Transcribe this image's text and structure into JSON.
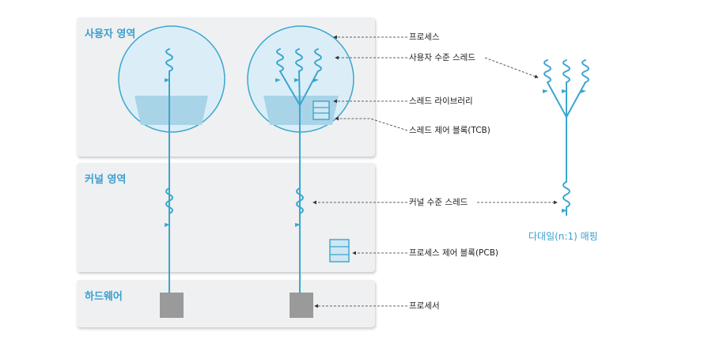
{
  "regions": {
    "user": "사용자 영역",
    "kernel": "커널 영역",
    "hardware": "하드웨어"
  },
  "labels": {
    "process": "프로세스",
    "user_thread": "사용자 수준 스레드",
    "thread_library": "스레드 라이브러리",
    "tcb": "스레드 제어 블록(TCB)",
    "kernel_thread": "커널 수준 스레드",
    "pcb": "프로세스 제어 블록(PCB)",
    "processor": "프로세서"
  },
  "caption": "다대일(n:1) 매핑",
  "colors": {
    "thread": "#3aa6cf",
    "region_bg": "#eef0f1",
    "process_fill": "#dbeef7",
    "library_fill": "#a9d3e7",
    "processor_fill": "#9a9a9a",
    "title": "#3a9fcf"
  }
}
